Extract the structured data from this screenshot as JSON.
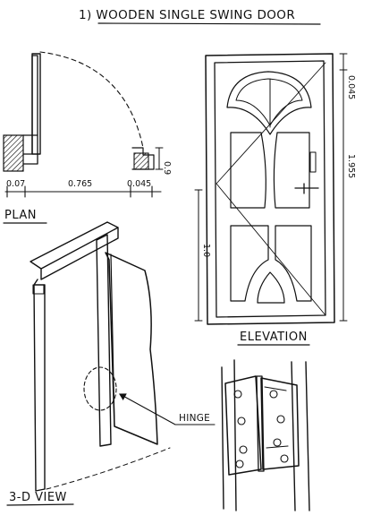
{
  "title": "1) WOODEN SINGLE SWING DOOR",
  "plan": {
    "label": "PLAN",
    "dims": [
      "0.07",
      "0.765",
      "0.045"
    ],
    "side_dim": "0.9"
  },
  "elevation": {
    "label": "ELEVATION",
    "dims": {
      "top": "0.045",
      "height": "1.955",
      "handle": "1.0"
    }
  },
  "view3d": {
    "label": "3-D VIEW"
  },
  "hinge": {
    "label": "HINGE"
  }
}
